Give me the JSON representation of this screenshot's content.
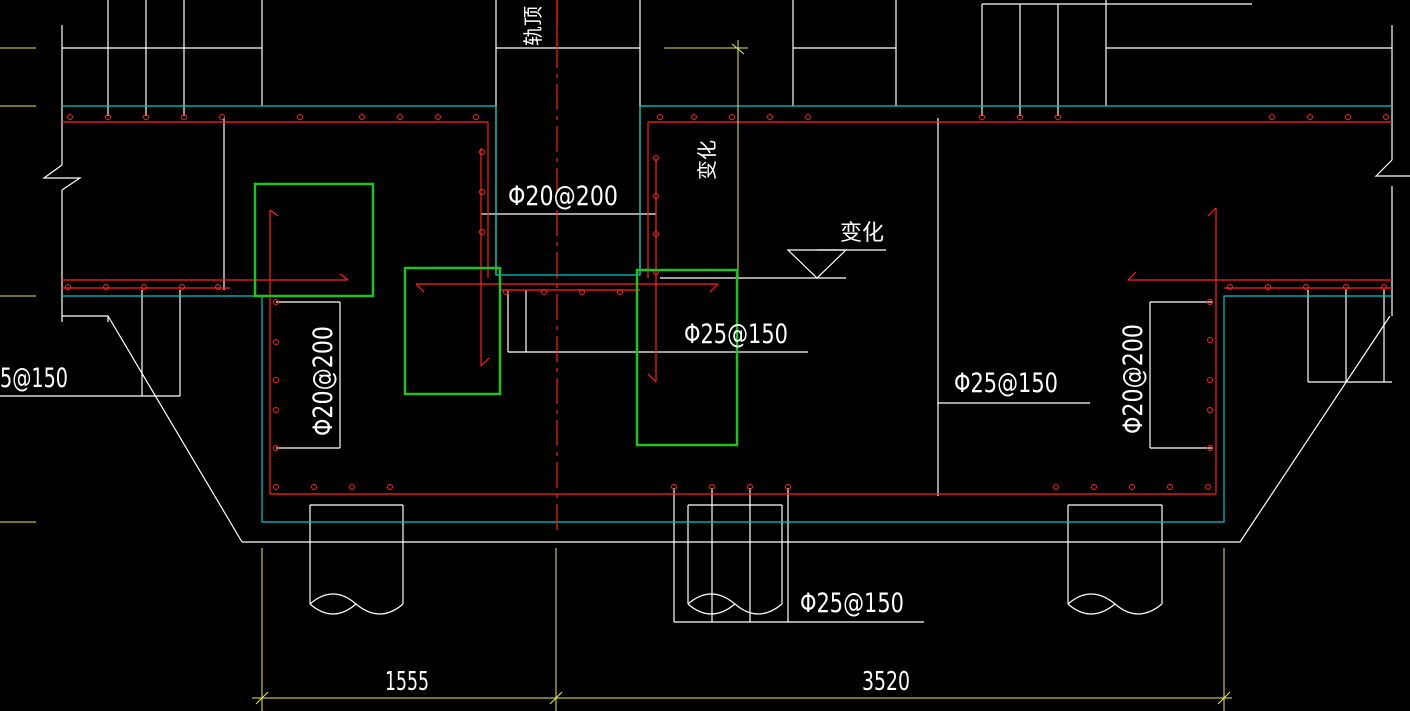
{
  "colors": {
    "background": "#000000",
    "outline": "#ffffff",
    "rebar": "#ff2020",
    "cover": "#00c8c8",
    "dimension": "#e8e860",
    "centerline": "#ff2020",
    "highlight": "#22c022"
  },
  "labels": {
    "rebar_top_center": "Φ20@200",
    "rebar_mid": "Φ25@150",
    "rebar_right": "Φ25@150",
    "rebar_left_edge": "5@150",
    "rebar_bottom": "Φ25@150",
    "rebar_vert_left": "Φ20@200",
    "rebar_vert_right": "Φ20@200",
    "change_vertical": "变化",
    "change_elevation": "变化",
    "track_label": "轨顶"
  },
  "dimensions": {
    "left": "1555",
    "right": "3520"
  },
  "highlight_boxes": [
    "corner-left",
    "corner-mid-left",
    "corner-mid-right"
  ]
}
